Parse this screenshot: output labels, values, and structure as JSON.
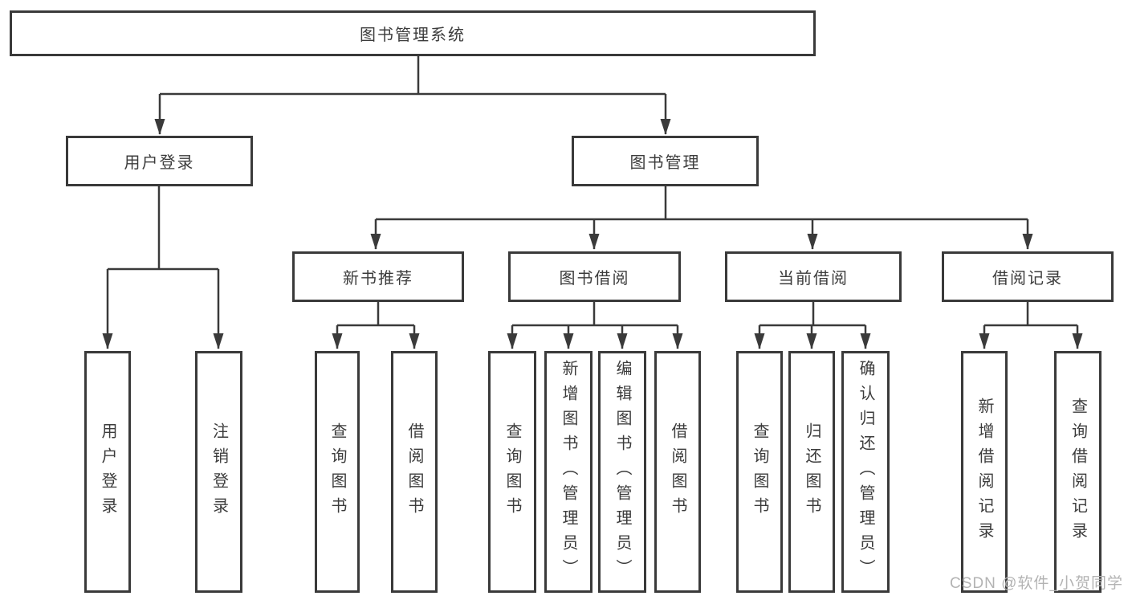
{
  "diagram": {
    "root": {
      "label": "图书管理系统"
    },
    "level2": [
      {
        "label": "用户登录"
      },
      {
        "label": "图书管理"
      }
    ],
    "level3": [
      {
        "label": "新书推荐"
      },
      {
        "label": "图书借阅"
      },
      {
        "label": "当前借阅"
      },
      {
        "label": "借阅记录"
      }
    ],
    "leaves": {
      "user_login": [
        {
          "label": "用户登录"
        },
        {
          "label": "注销登录"
        }
      ],
      "new_books": [
        {
          "label": "查询图书"
        },
        {
          "label": "借阅图书"
        }
      ],
      "book_borrow": [
        {
          "label": "查询图书"
        },
        {
          "label": "新增图书（管理员）"
        },
        {
          "label": "编辑图书（管理员）"
        },
        {
          "label": "借阅图书"
        }
      ],
      "current_borrow": [
        {
          "label": "查询图书"
        },
        {
          "label": "归还图书"
        },
        {
          "label": "确认归还（管理员）"
        }
      ],
      "borrow_records": [
        {
          "label": "新增借阅记录"
        },
        {
          "label": "查询借阅记录"
        }
      ]
    }
  },
  "watermark": {
    "text": "CSDN @软件_小贺同学"
  },
  "colors": {
    "line": "#3a3a3a",
    "text": "#3c3c3c",
    "box_border": "#3a3a3a",
    "box_background": "#ffffff",
    "watermark": "#b3b3b3"
  }
}
